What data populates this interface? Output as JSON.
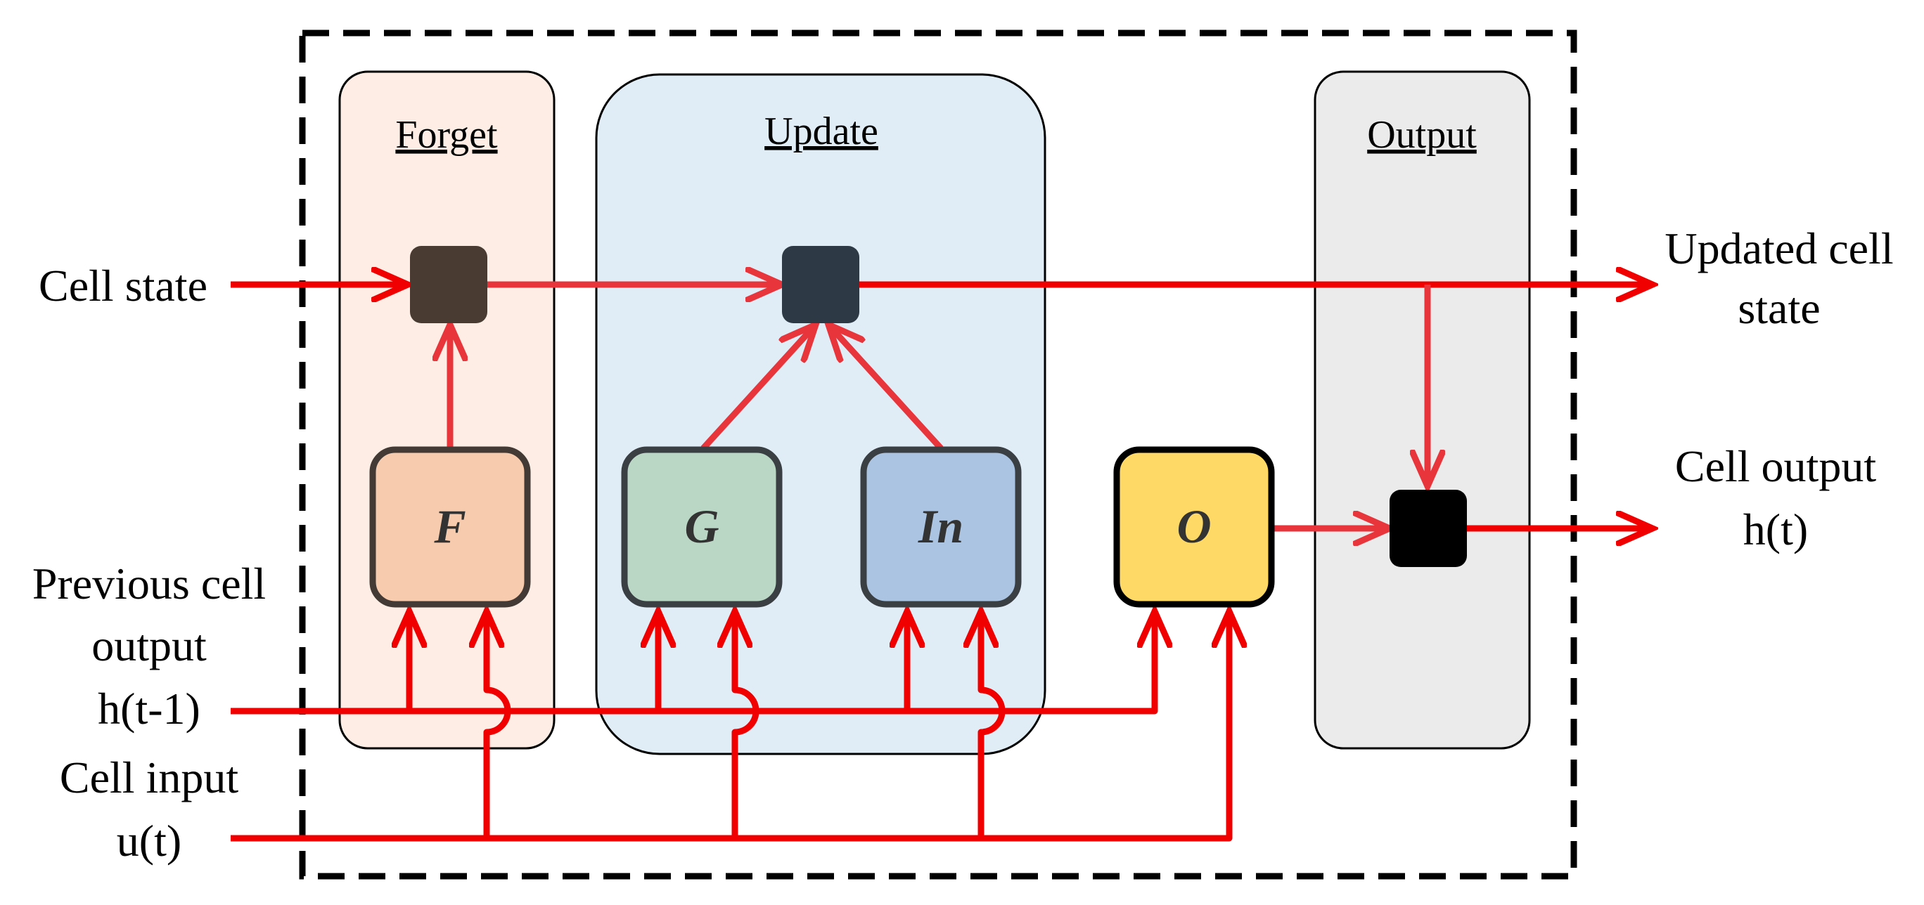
{
  "sections": {
    "forget": "Forget",
    "update": "Update",
    "output": "Output"
  },
  "gates": {
    "forget": "F",
    "candidate": "G",
    "input": "In",
    "output": "O"
  },
  "inputs": {
    "cell_state": "Cell state",
    "prev_output": [
      "Previous cell",
      "output",
      "h(t-1)"
    ],
    "cell_input": [
      "Cell input",
      "u(t)"
    ]
  },
  "outputs": {
    "updated_state": [
      "Updated cell",
      "state"
    ],
    "cell_output": [
      "Cell output",
      "h(t)"
    ]
  },
  "colors": {
    "wire": "#f00000",
    "forget_panel": "#fdede4",
    "update_panel": "#e0ecf6",
    "output_panel": "#ebebeb",
    "gate_f": "#f7cbad",
    "gate_g": "#bad7c6",
    "gate_in": "#abc4e2",
    "gate_o": "#ffd966"
  }
}
